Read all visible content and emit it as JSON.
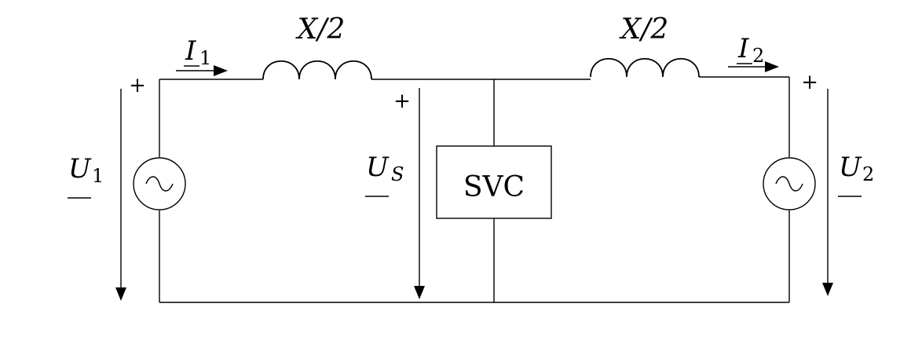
{
  "labels": {
    "inductor_left": "X/2",
    "inductor_right": "X/2",
    "current_1_main": "I",
    "current_1_sub": "1",
    "current_2_main": "I",
    "current_2_sub": "2",
    "voltage_1_main": "U",
    "voltage_1_sub": "1",
    "voltage_s_main": "U",
    "voltage_s_sub": "S",
    "voltage_2_main": "U",
    "voltage_2_sub": "2",
    "plus_1": "+",
    "plus_s": "+",
    "plus_2": "+",
    "svc": "SVC"
  }
}
